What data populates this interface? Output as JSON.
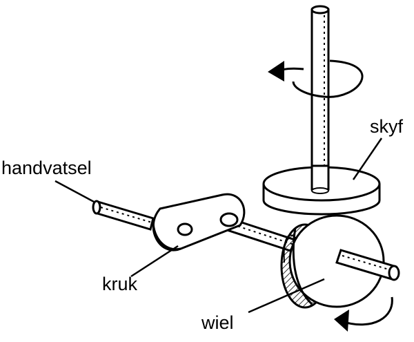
{
  "labels": {
    "handle": "handvatsel",
    "pulley": "skyf",
    "crank": "kruk",
    "wheel": "wiel"
  },
  "colors": {
    "ink": "#000000",
    "paper": "#ffffff"
  }
}
